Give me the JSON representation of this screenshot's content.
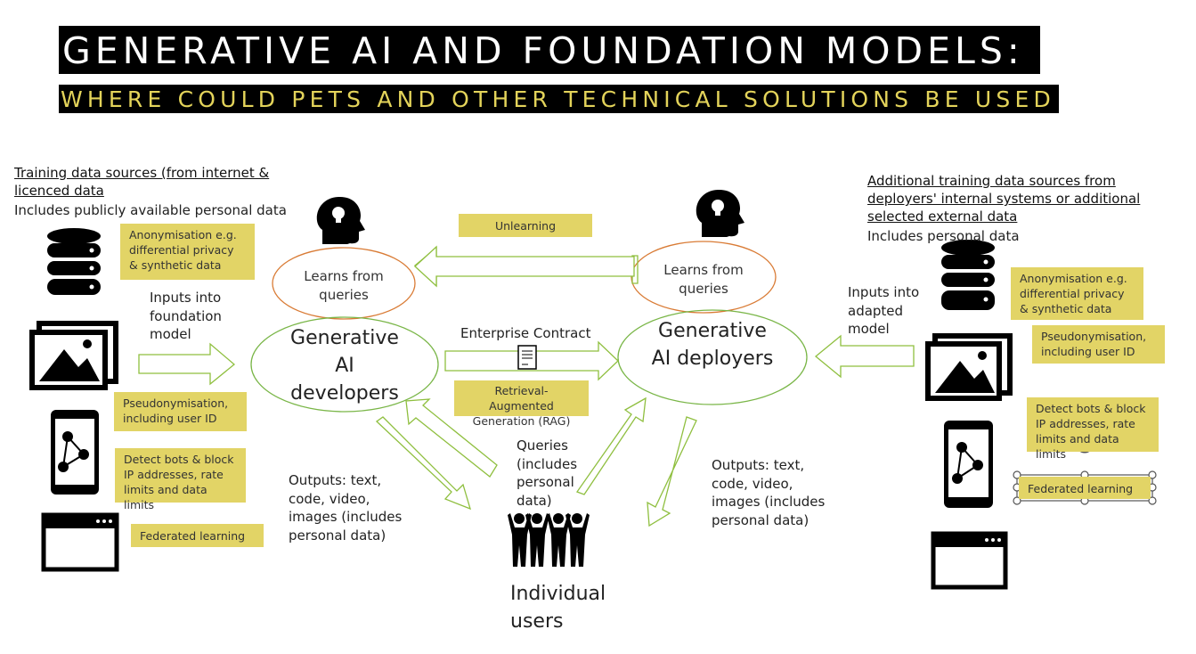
{
  "title": {
    "main": "GENERATIVE AI AND FOUNDATION MODELS:",
    "sub": "WHERE COULD PETS AND OTHER TECHNICAL SOLUTIONS BE USED"
  },
  "left": {
    "heading": "Training data sources (from internet & licenced data",
    "note": "Includes  publicly available  personal data",
    "arrow_label": "Inputs into foundation model",
    "boxes": {
      "anonymisation": "Anonymisation e.g. differential privacy & synthetic data",
      "pseudonymisation": "Pseudonymisation, including user ID",
      "bots": "Detect bots & block IP addresses, rate limits and data limits",
      "federated": "Federated learning"
    }
  },
  "right": {
    "heading": "Additional training data sources from deployers' internal systems or additional selected external data",
    "note": "Includes personal data",
    "arrow_label": "Inputs into adapted model",
    "boxes": {
      "anonymisation": "Anonymisation e.g. differential privacy & synthetic data",
      "pseudonymisation": "Pseudonymisation, including user ID",
      "bots": "Detect bots & block IP addresses, rate limits and data limits",
      "federated": "Federated learning"
    }
  },
  "center": {
    "unlearning": "Unlearning",
    "learns_left": "Learns from queries",
    "learns_right": "Learns from queries",
    "developers": "Generative AI developers",
    "deployers": "Generative AI deployers",
    "contract": "Enterprise Contract",
    "rag": "Retrieval-Augmented Generation (RAG)",
    "outputs_left": "Outputs: text, code, video, images (includes personal data)",
    "outputs_right": "Outputs: text, code, video, images (includes personal data)",
    "queries": "Queries (includes personal data)",
    "users": "Individual users"
  },
  "icons": [
    "database-icon",
    "images-icon",
    "phone-network-icon",
    "browser-window-icon",
    "head-lightbulb-icon",
    "document-icon",
    "people-group-icon"
  ],
  "colors": {
    "title_bg": "#000000",
    "subtitle_text": "#e3d35a",
    "highlight_box": "#e2d466",
    "developer_ellipse": "#7ab648",
    "learns_ellipse": "#d97b35",
    "arrow_stroke": "#8fbf3f"
  }
}
